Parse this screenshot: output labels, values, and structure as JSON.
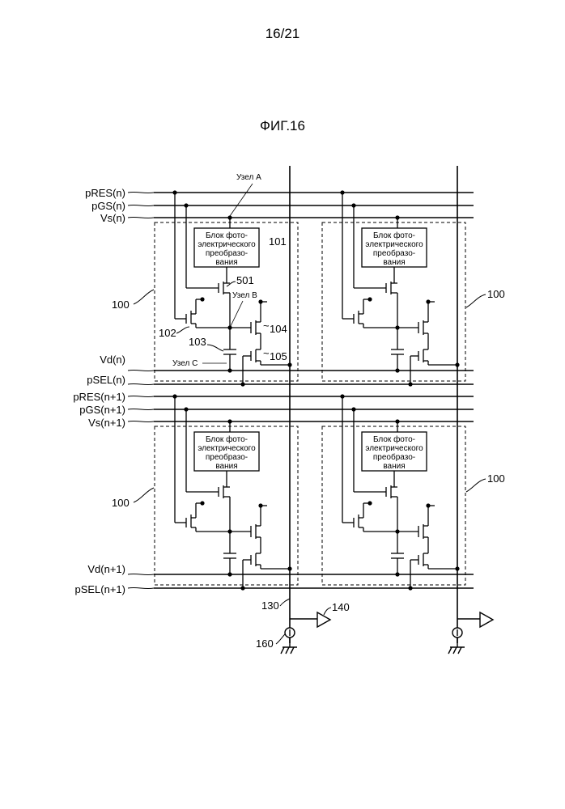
{
  "page_number": "16/21",
  "figure_title": "ФИГ.16",
  "signal_labels": {
    "pres_n": "pRES(n)",
    "pgs_n": "pGS(n)",
    "vs_n": "Vs(n)",
    "vd_n": "Vd(n)",
    "psel_n": "pSEL(n)",
    "pres_n1": "pRES(n+1)",
    "pgs_n1": "pGS(n+1)",
    "vs_n1": "Vs(n+1)",
    "vd_n1": "Vd(n+1)",
    "psel_n1": "pSEL(n+1)"
  },
  "node_labels": {
    "node_a": "Узел A",
    "node_b": "Узел B",
    "node_c": "Узел C"
  },
  "block_text": [
    "Блок фото-",
    "электрического",
    "преобразо-",
    "вания"
  ],
  "reference_numerals": {
    "pixel": "100",
    "photo_block": "101",
    "transfer_switch": "102",
    "capacitor": "103",
    "amplifier": "104",
    "select_switch": "105",
    "output_line": "130",
    "output_amp": "140",
    "current_source": "160",
    "transistor": "501"
  }
}
